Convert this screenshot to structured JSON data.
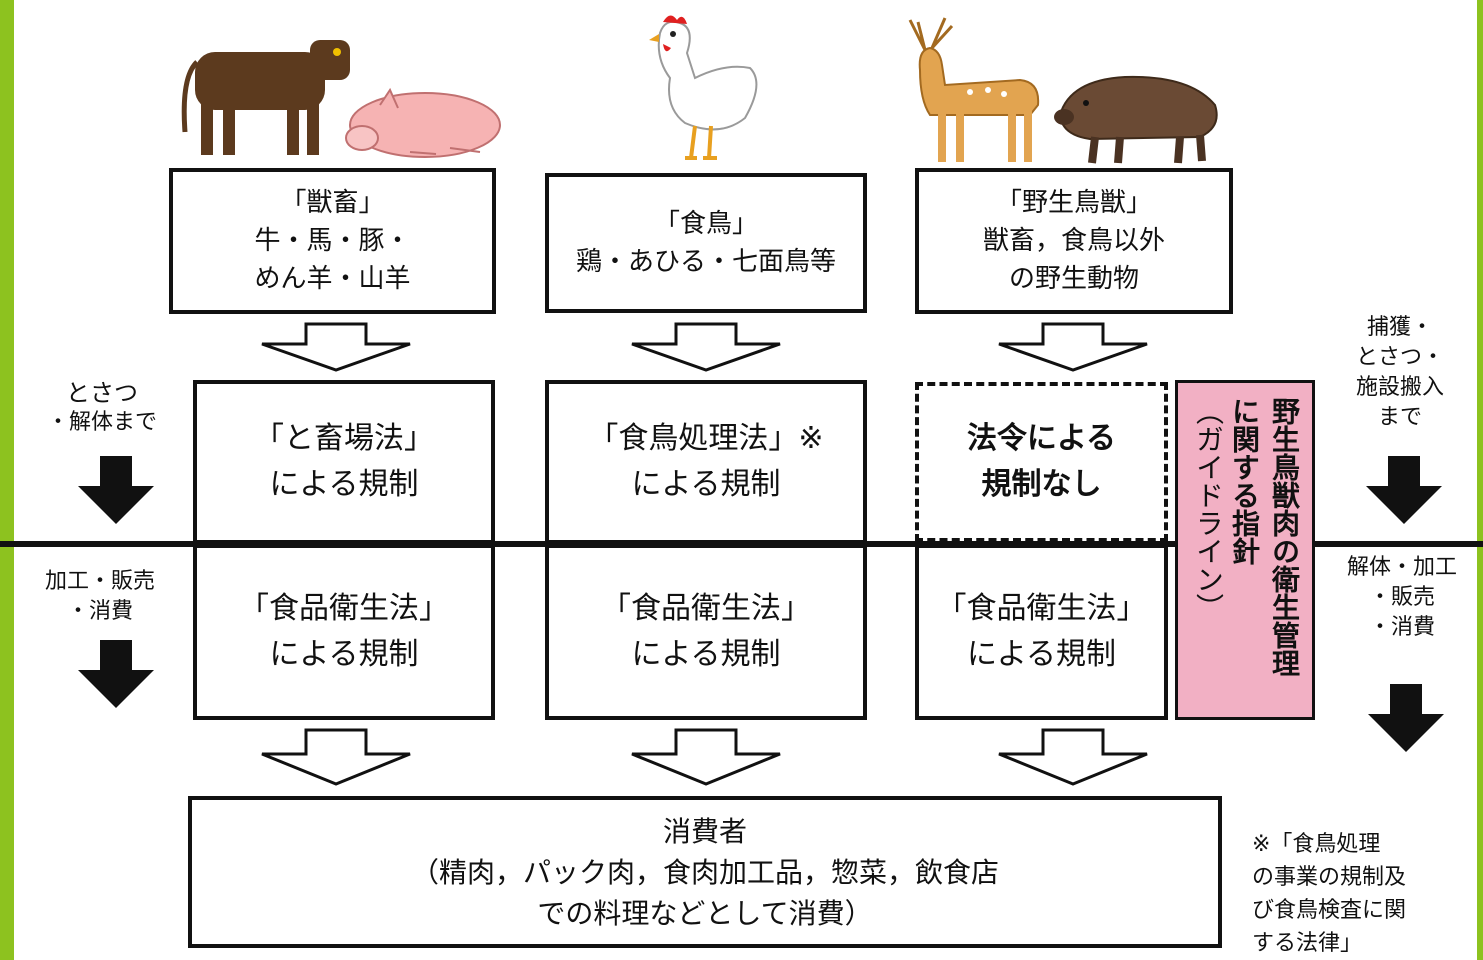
{
  "columns": [
    {
      "category": [
        "「獣畜」",
        "牛・馬・豚・",
        "めん羊・山羊"
      ],
      "slaughter_law": [
        "「と畜場法」",
        "による規制"
      ],
      "food_law": [
        "「食品衛生法」",
        "による規制"
      ]
    },
    {
      "category": [
        "「食鳥」",
        "鶏・あひる・七面鳥等"
      ],
      "slaughter_law": [
        "「食鳥処理法」※",
        "による規制"
      ],
      "food_law": [
        "「食品衛生法」",
        "による規制"
      ]
    },
    {
      "category": [
        "「野生鳥獣」",
        "獣畜，食鳥以外",
        "の野生動物"
      ],
      "slaughter_law": [
        "法令による",
        "規制なし"
      ],
      "food_law": [
        "「食品衛生法」",
        "による規制"
      ]
    }
  ],
  "left_labels": {
    "upper": [
      "とさつ",
      "・解体まで"
    ],
    "lower": [
      "加工・販売",
      "・消費"
    ]
  },
  "right_labels": {
    "upper": [
      "捕獲・",
      "とさつ・",
      "施設搬入",
      "まで"
    ],
    "lower": [
      "解体・加工",
      "・販売",
      "・消費"
    ]
  },
  "guideline": {
    "col1": "野生鳥獣肉の衛生管理",
    "col2": "に関する指針",
    "col3": "（ガイドライン）"
  },
  "consumer": [
    "消費者",
    "（精肉，パック肉，食肉加工品，惣菜，飲食店",
    "での料理などとして消費）"
  ],
  "footnote": [
    "※「食鳥処理",
    "の事業の規制及",
    "び食鳥検査に関",
    "する法律」"
  ],
  "colors": {
    "border": "#8dc21f",
    "guideline_bg": "#f2b0c4",
    "line": "#111111"
  },
  "animals": [
    "cow",
    "pig",
    "chicken",
    "deer",
    "boar"
  ]
}
